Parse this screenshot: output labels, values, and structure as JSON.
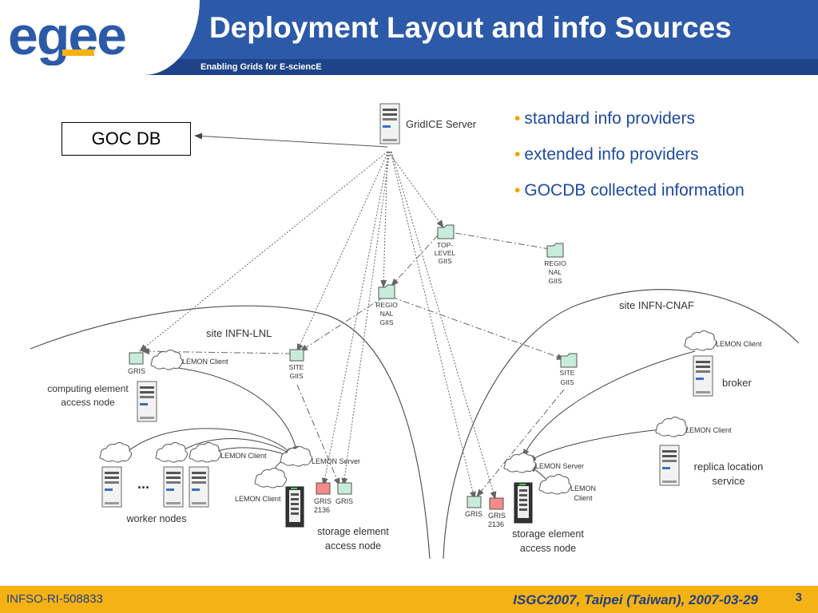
{
  "header": {
    "logo_text": "egee",
    "title": "Deployment Layout and info Sources",
    "subtitle": "Enabling Grids for E-sciencE"
  },
  "bullets": [
    "standard info providers",
    "extended info providers",
    "GOCDB collected information"
  ],
  "diagram": {
    "goc_db": "GOC DB",
    "gridice_server": "GridICE Server",
    "top_level_giis": [
      "TOP-",
      "LEVEL",
      "GIIS"
    ],
    "regional_giis_right": [
      "REGIO",
      "NAL",
      "GIIS"
    ],
    "regional_giis_left": [
      "REGIO",
      "NAL",
      "GIIS"
    ],
    "site_lnl": "site INFN-LNL",
    "site_cnaf": "site INFN-CNAF",
    "lnl": {
      "gris": "GRIS",
      "lemon_client_ce": "LEMON Client",
      "site_giis": [
        "SITE",
        "GIIS"
      ],
      "ce_label": [
        "computing element",
        "access node"
      ],
      "ellipsis": "...",
      "lemon_client_wn": "LEMON Client",
      "worker_nodes": "worker nodes",
      "lemon_server": "LEMON Server",
      "lemon_client_se": "LEMON Client",
      "gris_2136": [
        "GRIS",
        "2136"
      ],
      "gris_se": "GRIS",
      "se_label": [
        "storage element",
        "access node"
      ]
    },
    "cnaf": {
      "site_giis": [
        "SITE",
        "GIIS"
      ],
      "lemon_client_broker": "LEMON Client",
      "broker": "broker",
      "lemon_client_rls": "LEMON Client",
      "rls_label": [
        "replica location",
        "service"
      ],
      "lemon_server": "LEMON Server",
      "lemon_client_se": [
        "LEMON",
        "Client"
      ],
      "gris": "GRIS",
      "gris_2136": [
        "GRIS",
        "2136"
      ],
      "se_label": [
        "storage element",
        "access node"
      ]
    }
  },
  "footer": {
    "project_id": "INFSO-RI-508833",
    "conference": "ISGC2007, Taipei (Taiwan), 2007-03-29",
    "page": "3"
  },
  "colors": {
    "header_blue": "#2d5aa8",
    "footer_gold": "#f5b215",
    "bullet_text": "#1e4ba0",
    "giis_green": "#c8ecdc",
    "gris_red": "#f58a8a"
  }
}
